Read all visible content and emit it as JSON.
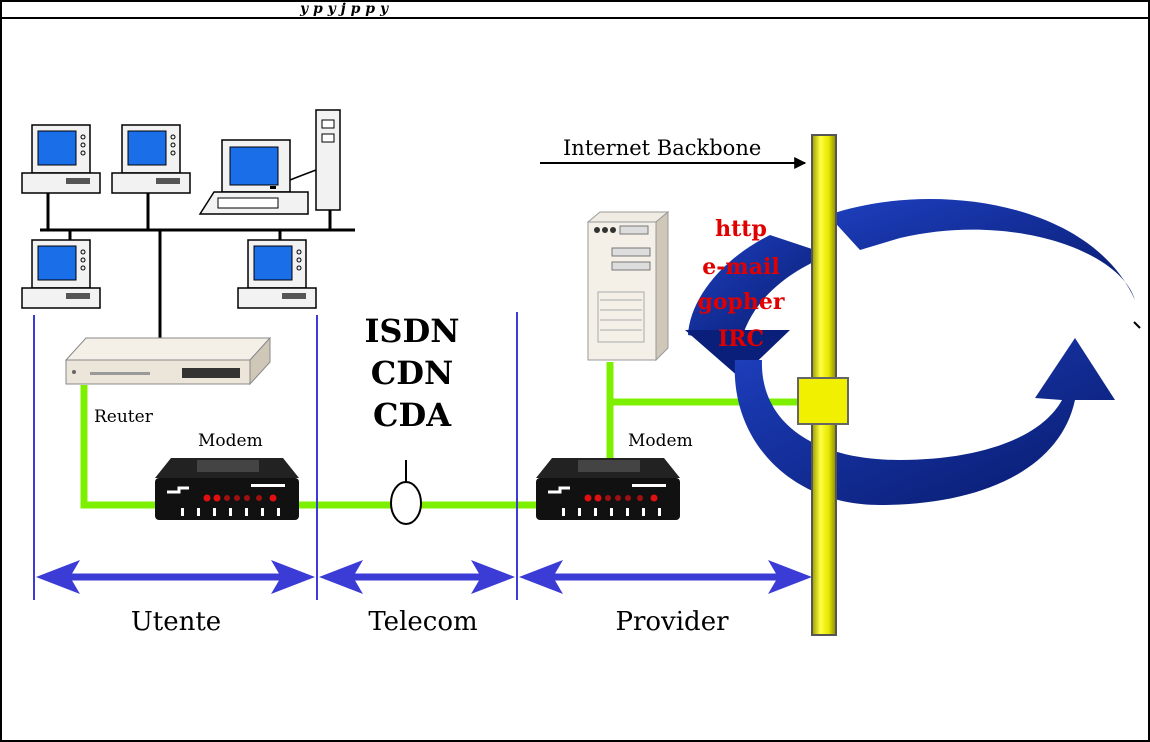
{
  "header": {
    "cut_text": "y p    y j    p        p y"
  },
  "labels": {
    "backbone": "Internet Backbone",
    "reuter": "Reuter",
    "modem_left": "Modem",
    "modem_right": "Modem",
    "isdn": "ISDN",
    "cdn": "CDN",
    "cda": "CDA",
    "utente": "Utente",
    "telecom": "Telecom",
    "provider": "Provider"
  },
  "services": [
    "http",
    "e-mail",
    "gopher",
    "IRC"
  ],
  "colors": {
    "link_green": "#7cf000",
    "segment_blue": "#3b3bd6",
    "arrow_blue": "#0a1f7a",
    "backbone_yellow": "#e6e600",
    "service_red": "#e00000",
    "screen_blue": "#1a6ee8"
  },
  "icons": [
    "workstation-icon",
    "pc-tower-icon",
    "router-icon",
    "modem-icon",
    "server-icon",
    "antenna-loop-icon"
  ]
}
